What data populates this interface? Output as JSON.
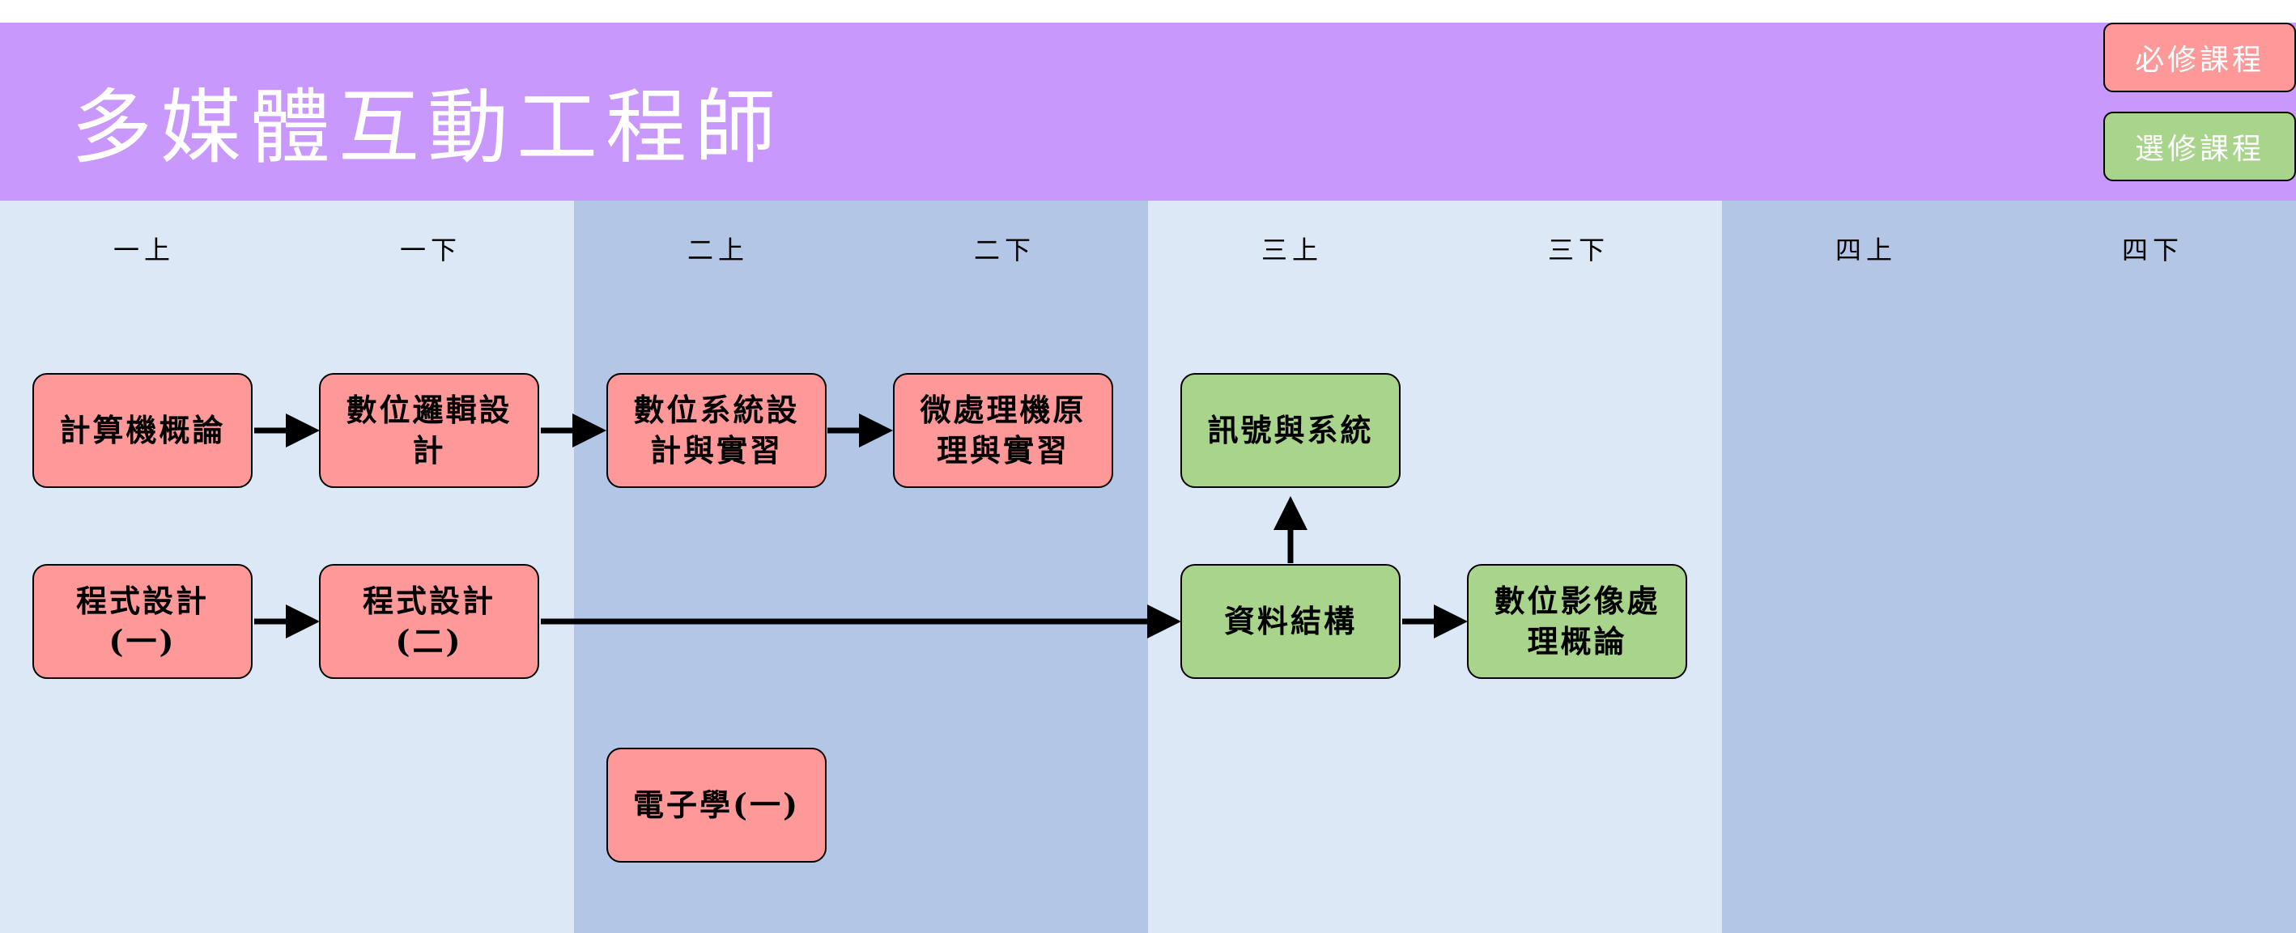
{
  "title": "多媒體互動工程師",
  "legend": {
    "required": "必修課程",
    "elective": "選修課程"
  },
  "semesters": [
    "一上",
    "一下",
    "二上",
    "二下",
    "三上",
    "三下",
    "四上",
    "四下"
  ],
  "courses": {
    "intro_computer": "計算機概論",
    "digital_logic": "數位邏輯設計",
    "digital_system": "數位系統設計與實習",
    "microprocessor": "微處理機原理與實習",
    "signals_systems": "訊號與系統",
    "programming_1": "程式設計(一)",
    "programming_2": "程式設計(二)",
    "data_structures": "資料結構",
    "image_processing": "數位影像處理概論",
    "electronics_1": "電子學(一)"
  },
  "colors": {
    "header": "#c898fc",
    "required": "#ff9999",
    "elective": "#a8d48c",
    "column_light": "#dde8f6",
    "column_dark": "#b3c6e6"
  }
}
